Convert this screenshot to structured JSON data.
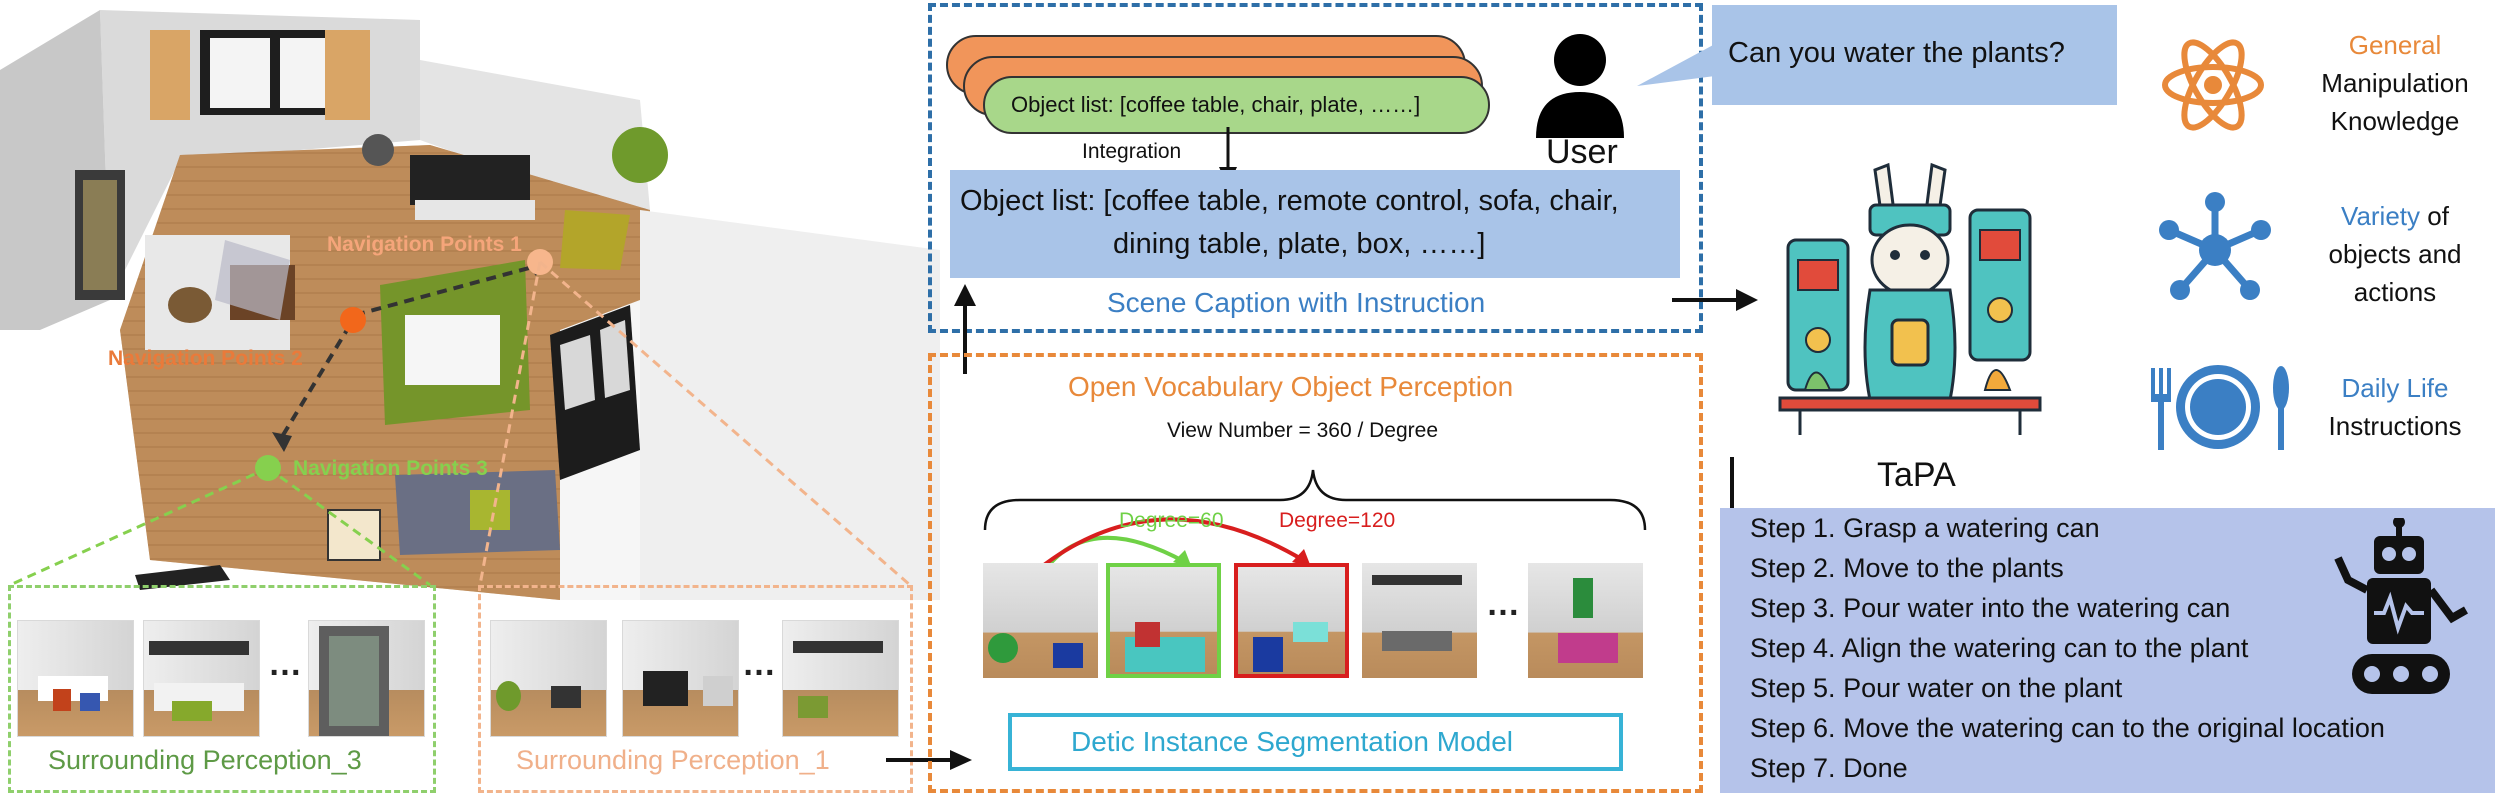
{
  "room": {
    "nav1": "Navigation Points 1",
    "nav2": "Navigation Points 2",
    "nav3": "Navigation Points 3"
  },
  "perception": {
    "p3_label": "Surrounding Perception_3",
    "p1_label": "Surrounding Perception_1",
    "ellipsis": "…"
  },
  "scene": {
    "cloud_text": "Object list: [coffee table, chair, plate, ……]",
    "integration": "Integration",
    "user": "User",
    "object_list_line1": "Object list: [coffee table, remote control, sofa, chair,",
    "object_list_line2": "dining table, plate, box, ……]",
    "caption": "Scene Caption with Instruction"
  },
  "query": {
    "text": "Can you water the plants?"
  },
  "ovp": {
    "title": "Open Vocabulary  Object Perception",
    "view_number": "View Number = 360 / Degree",
    "degree60": "Degree=60",
    "degree120": "Degree=120",
    "ellipsis": "…",
    "detic": "Detic Instance Segmentation Model"
  },
  "tapa": {
    "name": "TaPA"
  },
  "right": {
    "general_1": "General",
    "general_2": "Manipulation",
    "general_3": "Knowledge",
    "variety_1a": "Variety",
    "variety_1b": " of",
    "variety_2": "objects and",
    "variety_3": "actions",
    "daily_1": "Daily Life",
    "daily_2": "Instructions"
  },
  "steps": [
    "Step 1. Grasp a watering can",
    "Step 2. Move to the plants",
    "Step 3. Pour water into the watering can",
    "Step 4. Align the watering can to the plant",
    "Step 5. Pour water on the plant",
    "Step 6. Move the watering can to the original location",
    "Step 7. Done"
  ],
  "colors": {
    "blue_dash": "#2e6fa8",
    "orange_dash": "#e8893a",
    "green_dash": "#8fcf6c",
    "peach_dash": "#f2b48c",
    "accent_orange": "#e8893a",
    "accent_blue": "#3b7fc4",
    "caption_blue": "#a9c4e8",
    "steps_bg": "#b5c3ea",
    "detic_border": "#37b3d6"
  }
}
